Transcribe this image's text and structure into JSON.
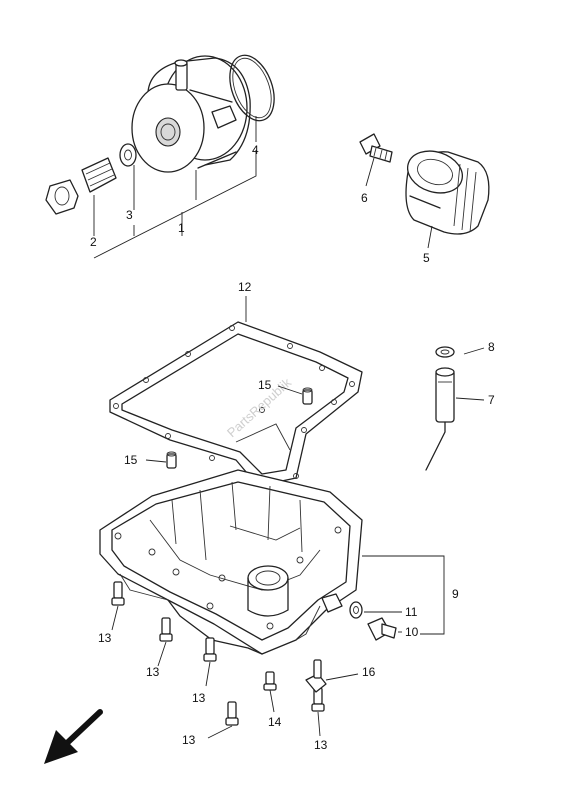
{
  "watermark": "PartsRepublik",
  "callouts": [
    "1",
    "2",
    "3",
    "4",
    "5",
    "6",
    "7",
    "8",
    "9",
    "10",
    "11",
    "12",
    "13",
    "14",
    "15",
    "16"
  ],
  "labels": {
    "c1": "1",
    "c2": "2",
    "c3": "3",
    "c4": "4",
    "c5": "5",
    "c6": "6",
    "c7": "7",
    "c8": "8",
    "c9": "9",
    "c10": "10",
    "c11": "11",
    "c12": "12",
    "c13a": "13",
    "c13b": "13",
    "c13c": "13",
    "c13d": "13",
    "c13e": "13",
    "c14": "14",
    "c15a": "15",
    "c15b": "15",
    "c16": "16"
  },
  "icons": {
    "direction": "arrow-down-left-icon"
  }
}
